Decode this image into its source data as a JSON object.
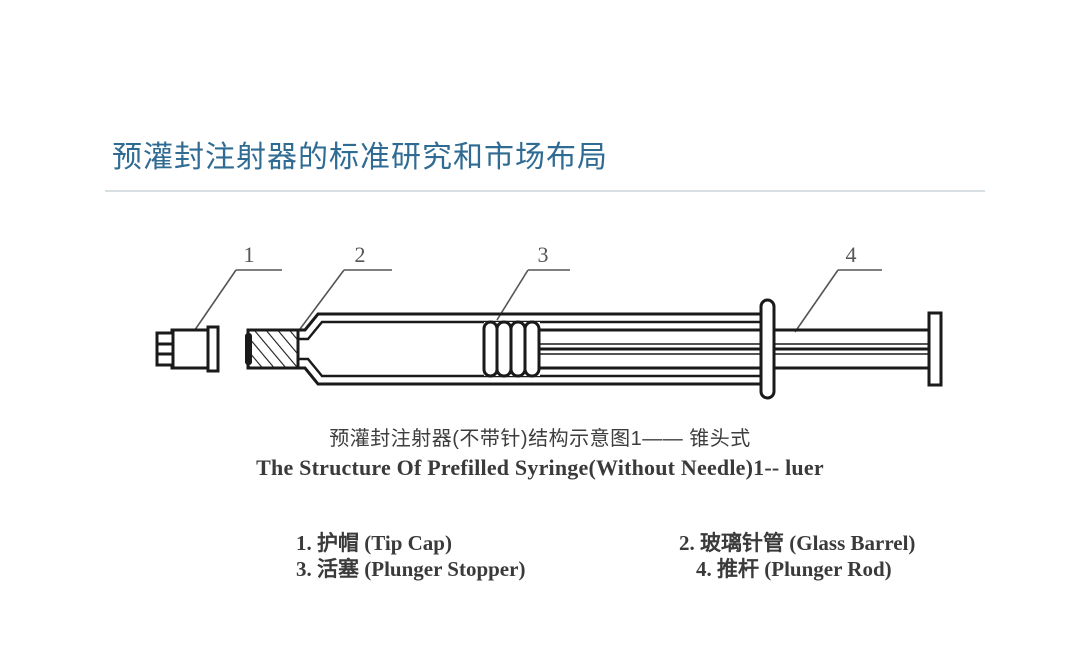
{
  "slide": {
    "title": "预灌封注射器的标准研究和市场布局",
    "title_color": "#2f6b93",
    "rule_color": "#d8dfe3",
    "background": "#ffffff"
  },
  "figure": {
    "name": "prefilled-syringe-structure-diagram",
    "line_color": "#1a1a1a",
    "callouts": [
      {
        "number": "1",
        "target": "tip-cap"
      },
      {
        "number": "2",
        "target": "glass-barrel"
      },
      {
        "number": "3",
        "target": "plunger-stopper"
      },
      {
        "number": "4",
        "target": "plunger-rod"
      }
    ],
    "caption_cn": "预灌封注射器(不带针)结构示意图1—— 锥头式",
    "caption_en": "The Structure  Of  Prefilled Syringe(Without Needle)1-- luer"
  },
  "legend": {
    "rows": [
      {
        "left": "1. 护帽 (Tip Cap)",
        "right": "2. 玻璃针管 (Glass Barrel)"
      },
      {
        "left": "3. 活塞 (Plunger Stopper)",
        "right": "4. 推杆 (Plunger Rod)"
      }
    ]
  }
}
